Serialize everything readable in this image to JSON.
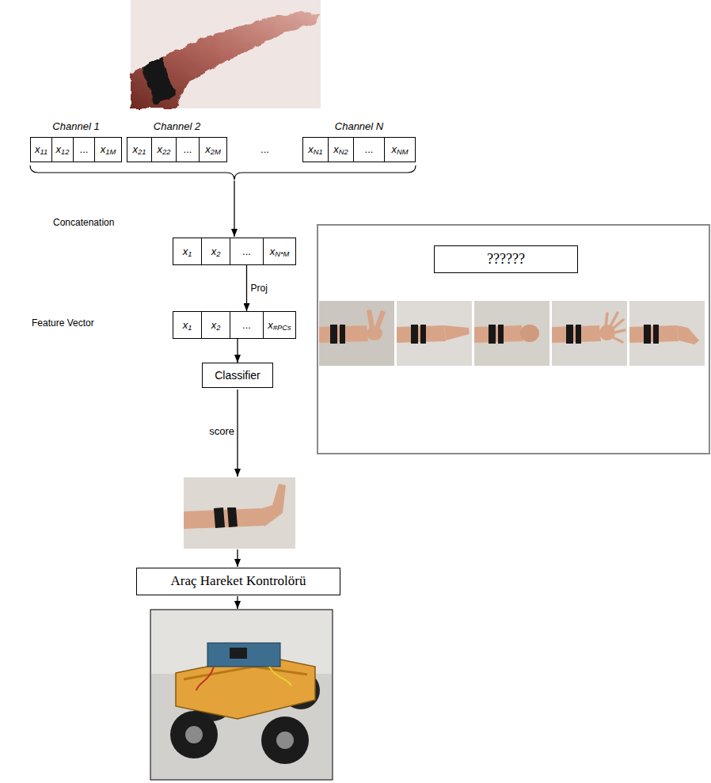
{
  "diagram": {
    "nodes": [
      {
        "text": [
          "x11"
        ]
      },
      {
        "text": [
          "x12"
        ]
      },
      {
        "text": [
          "..."
        ]
      },
      {
        "text": [
          "x1M"
        ]
      },
      {
        "text": [
          "x21"
        ]
      },
      {
        "text": [
          "x22"
        ]
      },
      {
        "text": [
          "..."
        ]
      },
      {
        "text": [
          "x2M"
        ]
      },
      {
        "text": [
          "xN1"
        ]
      },
      {
        "text": [
          "xN2"
        ]
      },
      {
        "text": [
          "..."
        ]
      },
      {
        "text": [
          "xNM"
        ]
      },
      {
        "text": [
          "x1"
        ]
      },
      {
        "text": [
          "x2"
        ]
      },
      {
        "text": [
          "..."
        ]
      },
      {
        "text": [
          "xN*M"
        ]
      },
      {
        "text": [
          "x1"
        ]
      },
      {
        "text": [
          "x2"
        ]
      },
      {
        "text": [
          "..."
        ]
      },
      {
        "text": [
          "x#PCs"
        ]
      },
      {
        "text": [
          "Classifier"
        ]
      },
      {
        "text": [
          "Araç Hareket Kontrolörü"
        ]
      },
      {
        "text": [
          "??????"
        ]
      }
    ],
    "edges": [
      {
        "from": 14,
        "to": 18,
        "label": "Proj",
        "arrow": "to"
      },
      {
        "from": 18,
        "to": 20,
        "arrow": "to"
      }
    ],
    "labels": [
      "Channel 1",
      "Channel 2",
      "Channel N",
      "...",
      "Concatenation",
      "Feature Vector",
      "score"
    ]
  }
}
